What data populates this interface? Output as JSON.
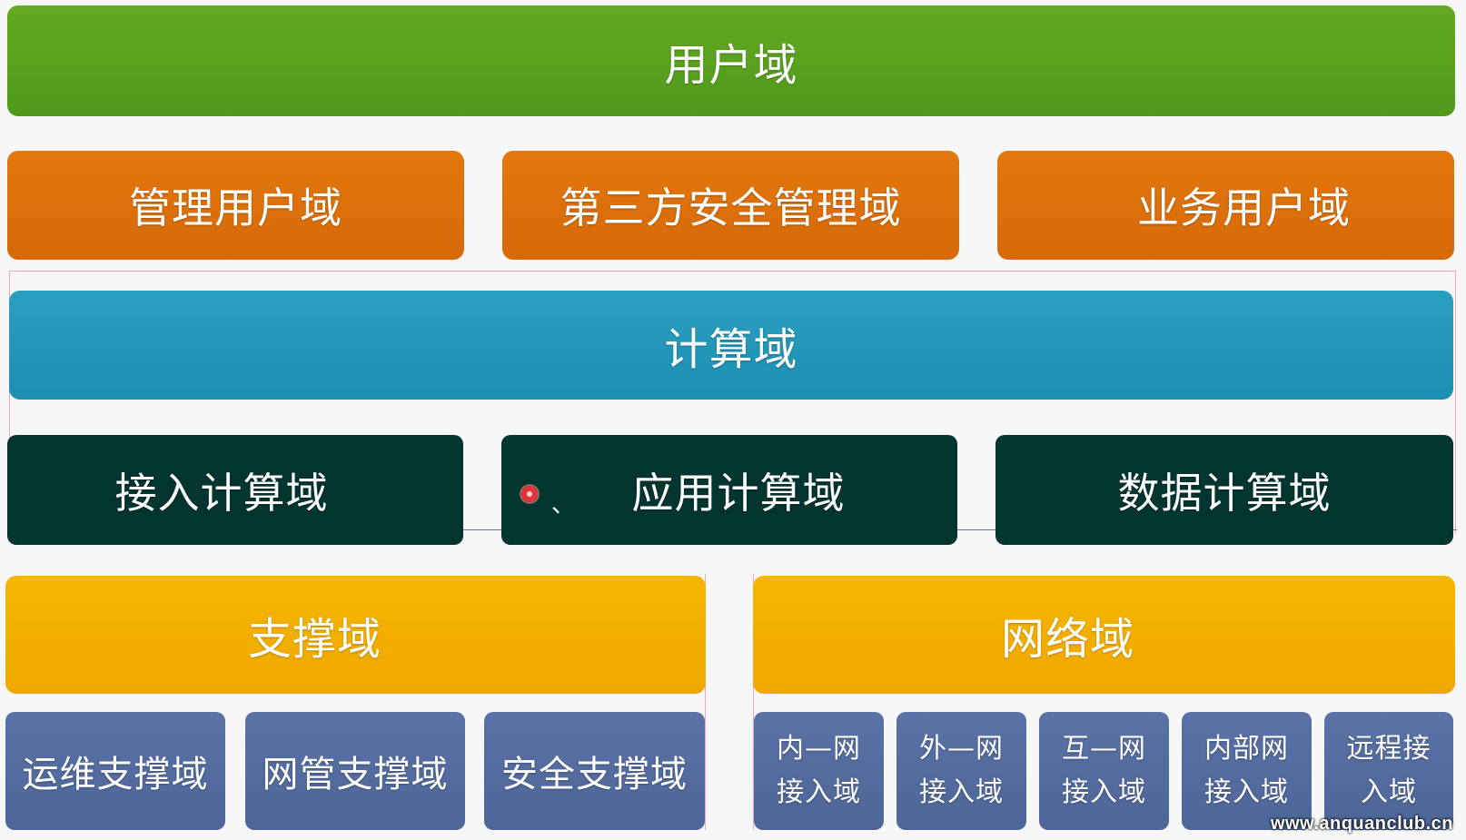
{
  "diagram": {
    "user_domain": "用户域",
    "user_subdomains": [
      "管理用户域",
      "第三方安全管理域",
      "业务用户域"
    ],
    "compute_domain": "计算域",
    "compute_subdomains": [
      "接入计算域",
      "应用计算域",
      "数据计算域"
    ],
    "support_domain": "支撑域",
    "support_subdomains": [
      "运维支撑域",
      "网管支撑域",
      "安全支撑域"
    ],
    "network_domain": "网络域",
    "network_subdomains": [
      {
        "line1": "内—网",
        "line2": "接入域"
      },
      {
        "line1": "外—网",
        "line2": "接入域"
      },
      {
        "line1": "互—网",
        "line2": "接入域"
      },
      {
        "line1": "内部网",
        "line2": "接入域"
      },
      {
        "line1": "远程接",
        "line2": "入域"
      }
    ],
    "cursor_mark": "、"
  },
  "watermark": "www.anquanclub.cn",
  "colors": {
    "user": "#5aa21f",
    "user_sub": "#dd700b",
    "compute": "#2298b9",
    "compute_sub": "#033530",
    "support": "#f3ae00",
    "support_sub": "#546b9e"
  }
}
